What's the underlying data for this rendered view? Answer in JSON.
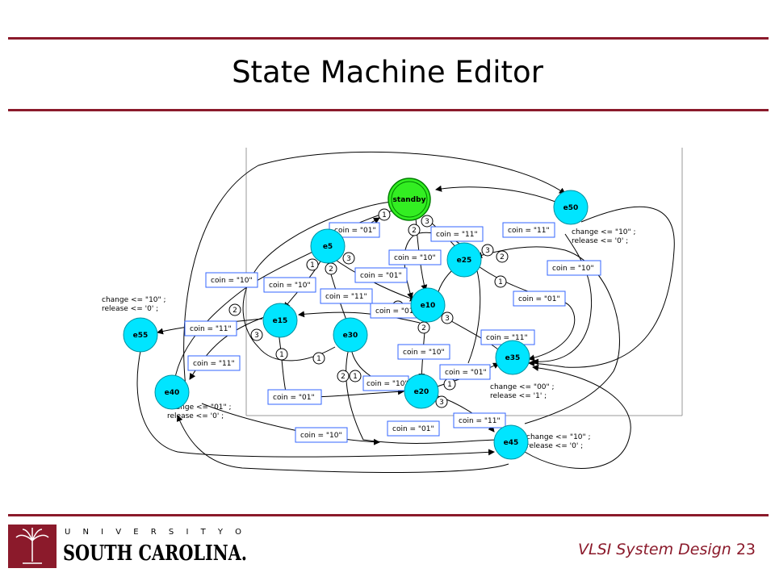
{
  "slide": {
    "title": "State Machine Editor",
    "footer_course": "VLSI System Design",
    "footer_page": "23",
    "logo_university": "U N I V E R S I T Y   O F",
    "logo_name": "SOUTH CAROLINA."
  },
  "colors": {
    "rule": "#8b1a2b",
    "state_fill": "#00e5ff",
    "standby_fill": "#33ee22",
    "label_border": "#3366ff"
  },
  "states": [
    {
      "id": "standby",
      "label": "standby"
    },
    {
      "id": "e5",
      "label": "e5"
    },
    {
      "id": "e10",
      "label": "e10"
    },
    {
      "id": "e15",
      "label": "e15"
    },
    {
      "id": "e20",
      "label": "e20"
    },
    {
      "id": "e25",
      "label": "e25"
    },
    {
      "id": "e30",
      "label": "e30"
    },
    {
      "id": "e35",
      "label": "e35"
    },
    {
      "id": "e40",
      "label": "e40"
    },
    {
      "id": "e45",
      "label": "e45"
    },
    {
      "id": "e50",
      "label": "e50"
    },
    {
      "id": "e55",
      "label": "e55"
    }
  ],
  "conditions": [
    "coin = \"01\"",
    "coin = \"11\"",
    "coin = \"11\"",
    "coin = \"10\"",
    "coin = \"10\"",
    "coin = \"10\"",
    "coin = \"01\"",
    "coin = \"10\"",
    "coin = \"11\"",
    "coin = \"01\"",
    "coin = \"01\"",
    "coin = \"11\"",
    "coin = \"11\"",
    "coin = \"10\"",
    "coin = \"11\"",
    "coin = \"01\"",
    "coin = \"10\"",
    "coin = \"01\"",
    "coin = \"01\"",
    "coin = \"11\"",
    "coin = \"10\""
  ],
  "priorities": [
    "1",
    "3",
    "2",
    "1",
    "3",
    "2",
    "3",
    "2",
    "1",
    "1",
    "2",
    "3",
    "1",
    "3",
    "1",
    "2",
    "1",
    "3",
    "2"
  ],
  "actions": [
    {
      "l1": "change <= \"10\" ;",
      "l2": "release <= '0' ;"
    },
    {
      "l1": "change <= \"10\" ;",
      "l2": "release <= '0' ;"
    },
    {
      "l1": "change <= \"00\" ;",
      "l2": "release <= '1' ;"
    },
    {
      "l1": "change <= \"01\" ;",
      "l2": "release <= '0' ;"
    },
    {
      "l1": "change <= \"10\" ;",
      "l2": "release <= '0' ;"
    }
  ]
}
